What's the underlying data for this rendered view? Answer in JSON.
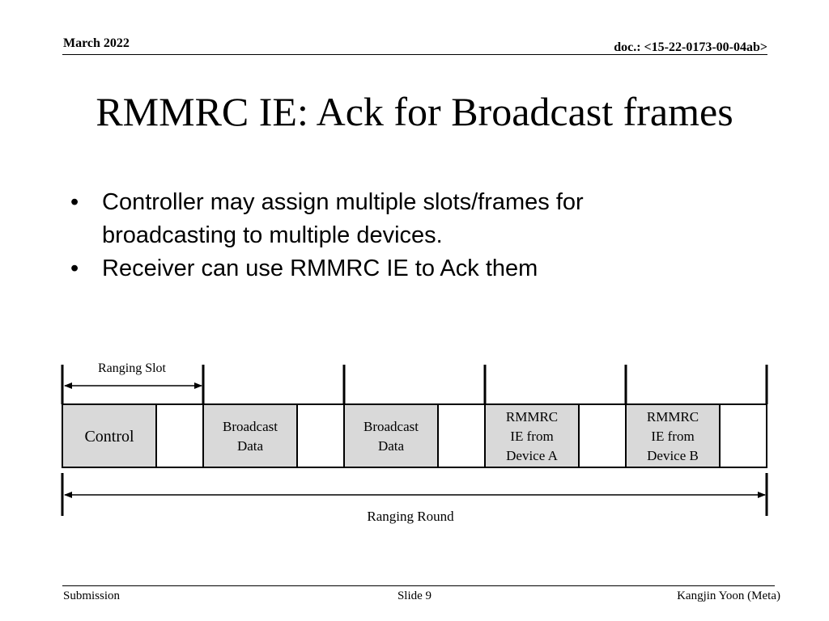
{
  "header": {
    "date": "March 2022",
    "doc": "doc.: <15-22-0173-00-04ab>"
  },
  "title": "RMMRC IE: Ack for Broadcast frames",
  "bullets": [
    "Controller may assign multiple slots/frames for broadcasting to multiple devices.",
    "Receiver can use RMMRC IE to Ack them"
  ],
  "diagram": {
    "slot_label": "Ranging Slot",
    "round_label": "Ranging Round",
    "boxes": [
      {
        "lines": [
          "Control"
        ],
        "shaded": true
      },
      {
        "lines": [],
        "shaded": false
      },
      {
        "lines": [
          "Broadcast",
          "Data"
        ],
        "shaded": true
      },
      {
        "lines": [],
        "shaded": false
      },
      {
        "lines": [
          "Broadcast",
          "Data"
        ],
        "shaded": true
      },
      {
        "lines": [],
        "shaded": false
      },
      {
        "lines": [
          "RMMRC",
          "IE from",
          "Device A"
        ],
        "shaded": true
      },
      {
        "lines": [],
        "shaded": false
      },
      {
        "lines": [
          "RMMRC",
          "IE from",
          "Device B"
        ],
        "shaded": true
      },
      {
        "lines": [],
        "shaded": false
      }
    ],
    "colors": {
      "shaded": "#d9d9d9",
      "stroke": "#000000"
    }
  },
  "footer": {
    "left": "Submission",
    "center": "Slide 9",
    "right": "Kangjin Yoon (Meta)"
  }
}
